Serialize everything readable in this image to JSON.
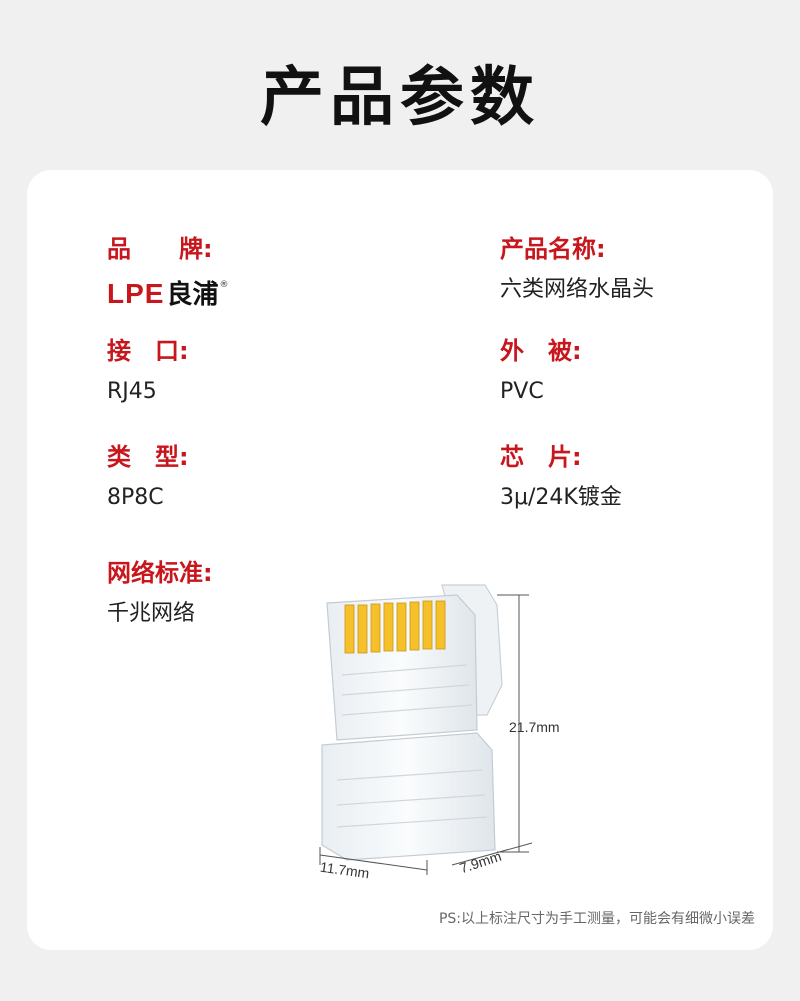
{
  "title": "产品参数",
  "params": {
    "brand": {
      "label": "品　　牌:",
      "logo_text_latin": "LPE",
      "logo_text_cn": "良浦",
      "logo_mark": "®"
    },
    "product_name": {
      "label": "产品名称:",
      "value": "六类网络水晶头"
    },
    "interface": {
      "label": "接　口:",
      "value": "RJ45"
    },
    "jacket": {
      "label": "外　被:",
      "value": "PVC"
    },
    "type": {
      "label": "类　型:",
      "value": "8P8C"
    },
    "chip": {
      "label": "芯　片:",
      "value": "3μ/24K镀金"
    },
    "standard": {
      "label": "网络标准:",
      "value": "千兆网络"
    }
  },
  "dimensions": {
    "height": "21.7mm",
    "width": "11.7mm",
    "depth": "7.9mm"
  },
  "note": "PS:以上标注尺寸为手工测量，可能会有细微小误差",
  "colors": {
    "accent": "#c8161d",
    "card": "#ffffff",
    "background": "#f0f0f0",
    "contacts": "#f5c02a"
  }
}
